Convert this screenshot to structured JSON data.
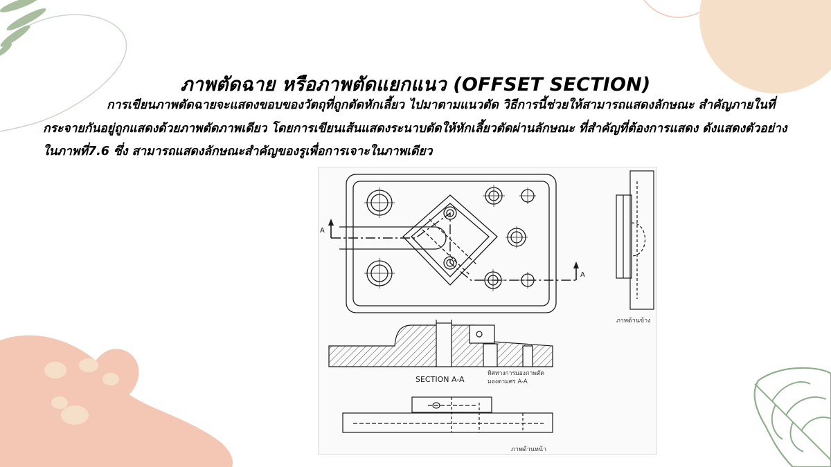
{
  "slide": {
    "title": "ภาพตัดฉาย หรือภาพตัดแยกแนว (OFFSET SECTION)",
    "paragraph": "การเขียนภาพตัดฉายจะแสดงขอบของวัตถุที่ถูกตัดหักเลี้ยว ไปมาตามแนวตัด วิธีการนี้ช่วยให้สามารถแสดงลักษณะ สำคัญภายในที่กระจายกันอยู่ถูกแสดงด้วยภาพตัดภาพเดียว โดยการเขียนเส้นแสดงระนาบตัดให้หักเลี้ยวตัดผ่านลักษณะ ที่สำคัญที่ต้องการแสดง ดังแสดงตัวอย่างในภาพที่7.6 ซึ่ง สามารถแสดงลักษณะสำคัญของรูเพื่อการเจาะในภาพเดียว"
  },
  "figure": {
    "cutting_plane_label_left": "A",
    "cutting_plane_label_right": "A",
    "section_label": "SECTION A-A",
    "viewing_direction_note_line1": "ทิศทางการมองภาพตัด",
    "viewing_direction_note_line2": "มองตามศร A-A",
    "side_view_label": "ภาพด้านข้าง",
    "front_view_label": "ภาพด้านหน้า"
  },
  "colors": {
    "decor_green": "#a9bd9f",
    "decor_peach": "#f3c7b3",
    "decor_cream": "#f6dfc9",
    "decor_leaf_outline": "#8fae8c",
    "drawing_line": "#1a1a1a"
  }
}
